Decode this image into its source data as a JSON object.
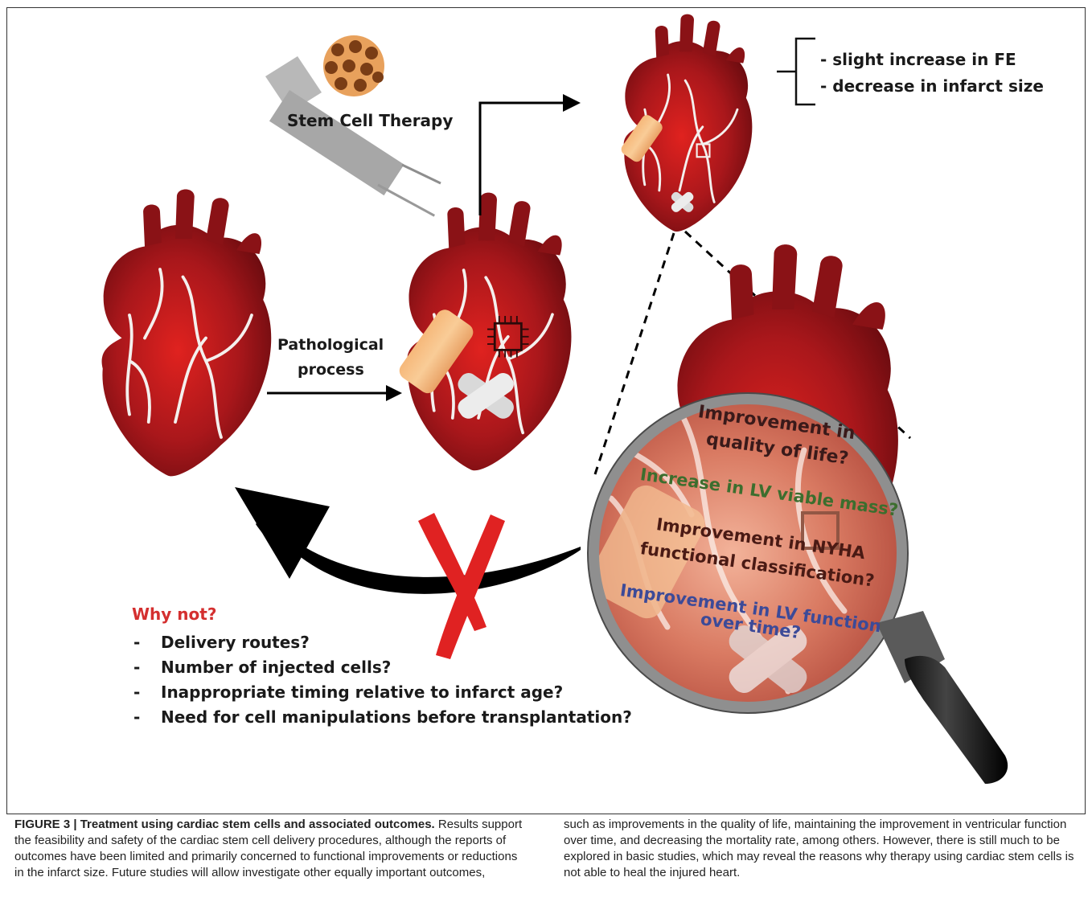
{
  "figure": {
    "stem_cell_label": "Stem Cell Therapy",
    "outcome_notes": [
      "- slight increase in FE",
      "- decrease in infarct size"
    ],
    "pathological_label": [
      "Pathological",
      "process"
    ],
    "magnifier_questions": [
      {
        "text": "Improvement in",
        "color": "#3a1a1a"
      },
      {
        "text": "quality of life?",
        "color": "#3a1a1a"
      },
      {
        "text": "Increase in LV viable mass?",
        "color": "#3c6e2e"
      },
      {
        "text": "Improvement in NYHA",
        "color": "#4a1a14"
      },
      {
        "text": "functional classification?",
        "color": "#4a1a14"
      },
      {
        "text": "Improvement in LV function",
        "color": "#3c4a98"
      },
      {
        "text": "over time?",
        "color": "#3c4a98"
      }
    ],
    "why_not": {
      "heading": "Why not?",
      "heading_color": "#d42f2f",
      "items": [
        "Delivery routes?",
        "Number of injected cells?",
        "Inappropriate timing relative to infarct age?",
        "Need for cell manipulations before transplantation?"
      ],
      "bullet": "-"
    },
    "colors": {
      "heart": "#a9171b",
      "heart_dark": "#7a0f12",
      "vessel": "#f4f0ee",
      "cross": "#e02222",
      "arrow": "#000000"
    }
  },
  "caption": {
    "title": "FIGURE 3 | Treatment using cardiac stem cells and associated outcomes.",
    "col1_rest": "Results support the feasibility and safety of the cardiac stem cell delivery procedures, although the reports of outcomes have been limited and primarily concerned to functional improvements or reductions in the infarct size. Future studies will allow investigate other equally important outcomes,",
    "col2": "such as improvements in the quality of life, maintaining the improvement in ventricular function over time, and decreasing the mortality rate, among others. However, there is still much to be explored in basic studies, which may reveal the reasons why therapy using cardiac stem cells is not able to heal the injured heart."
  }
}
